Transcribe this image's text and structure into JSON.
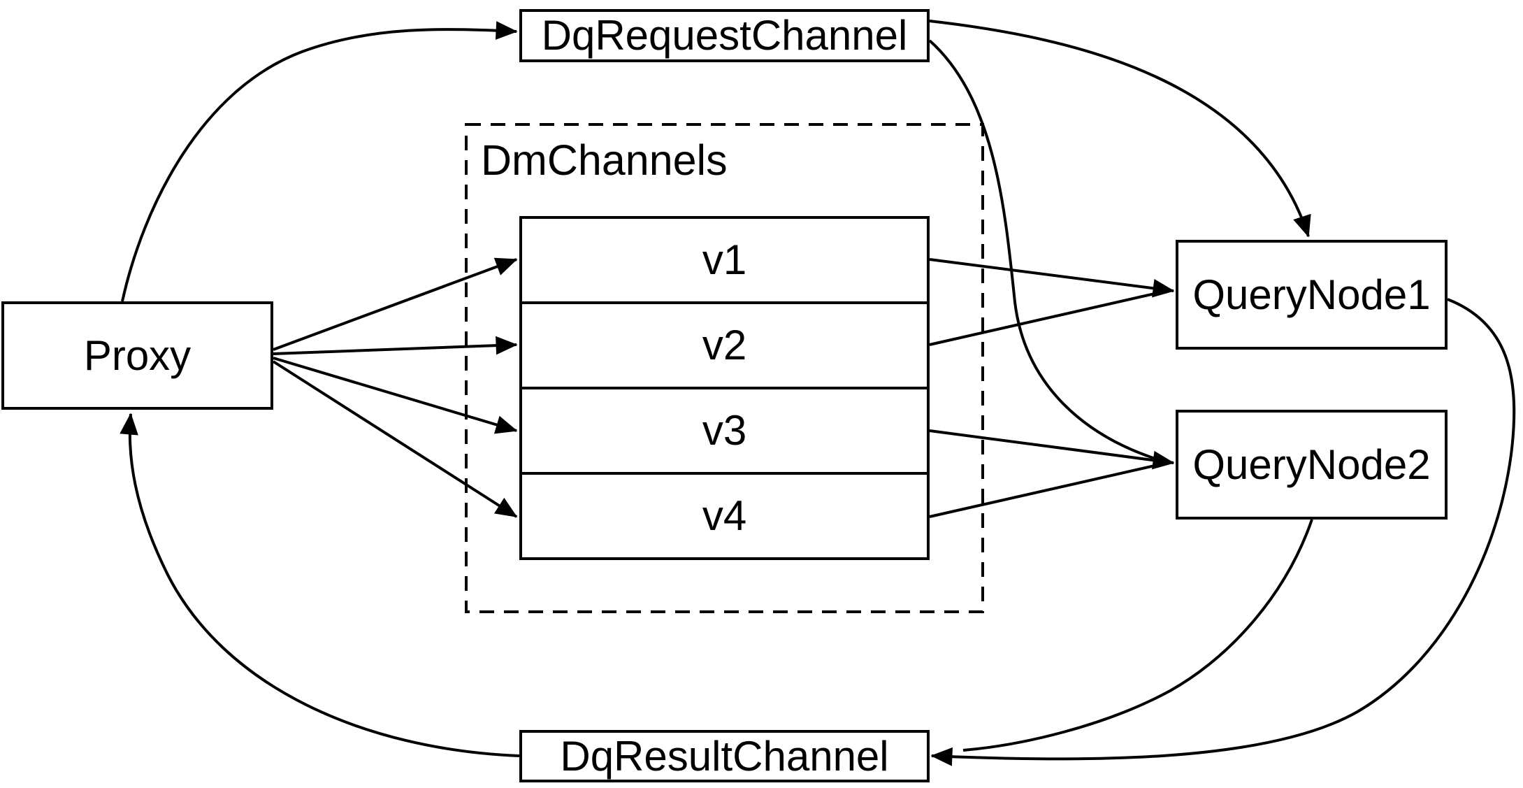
{
  "diagram": {
    "colors": {
      "background": "#ffffff",
      "line": "#000000",
      "text": "#000000"
    },
    "nodes": {
      "proxy": {
        "label": "Proxy"
      },
      "dq_request_channel": {
        "label": "DqRequestChannel"
      },
      "dm_channels": {
        "label": "DmChannels",
        "channels": [
          "v1",
          "v2",
          "v3",
          "v4"
        ]
      },
      "query_node_1": {
        "label": "QueryNode1"
      },
      "query_node_2": {
        "label": "QueryNode2"
      },
      "dq_result_channel": {
        "label": "DqResultChannel"
      }
    },
    "edges": [
      {
        "from": "Proxy",
        "to": "DqRequestChannel"
      },
      {
        "from": "Proxy",
        "to": "v1"
      },
      {
        "from": "Proxy",
        "to": "v2"
      },
      {
        "from": "Proxy",
        "to": "v3"
      },
      {
        "from": "Proxy",
        "to": "v4"
      },
      {
        "from": "DqRequestChannel",
        "to": "QueryNode1"
      },
      {
        "from": "DqRequestChannel",
        "to": "QueryNode2"
      },
      {
        "from": "v1",
        "to": "QueryNode1"
      },
      {
        "from": "v2",
        "to": "QueryNode1"
      },
      {
        "from": "v3",
        "to": "QueryNode2"
      },
      {
        "from": "v4",
        "to": "QueryNode2"
      },
      {
        "from": "QueryNode1",
        "to": "DqResultChannel"
      },
      {
        "from": "QueryNode2",
        "to": "DqResultChannel"
      },
      {
        "from": "DqResultChannel",
        "to": "Proxy"
      }
    ]
  }
}
